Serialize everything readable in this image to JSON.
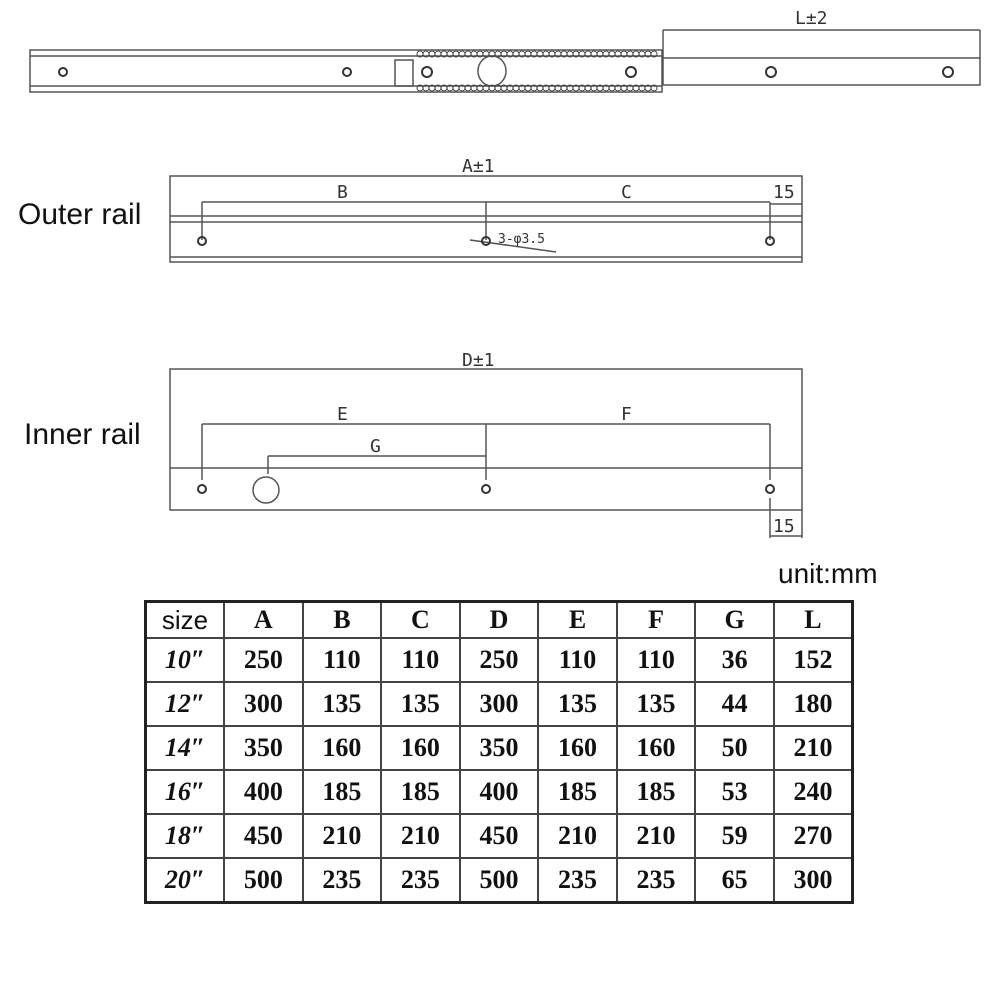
{
  "diagram": {
    "top_view": {
      "length_label": "L±2"
    },
    "outer_rail": {
      "title": "Outer rail",
      "length_label": "A±1",
      "dim_b": "B",
      "dim_c": "C",
      "end_offset": "15",
      "hole_note": "3-φ3.5"
    },
    "inner_rail": {
      "title": "Inner rail",
      "length_label": "D±1",
      "dim_e": "E",
      "dim_f": "F",
      "dim_g": "G",
      "end_offset": "15"
    },
    "unit_label": "unit:mm"
  },
  "table": {
    "headers": [
      "size",
      "A",
      "B",
      "C",
      "D",
      "E",
      "F",
      "G",
      "L"
    ],
    "rows": [
      [
        "10″",
        "250",
        "110",
        "110",
        "250",
        "110",
        "110",
        "36",
        "152"
      ],
      [
        "12″",
        "300",
        "135",
        "135",
        "300",
        "135",
        "135",
        "44",
        "180"
      ],
      [
        "14″",
        "350",
        "160",
        "160",
        "350",
        "160",
        "160",
        "50",
        "210"
      ],
      [
        "16″",
        "400",
        "185",
        "185",
        "400",
        "185",
        "185",
        "53",
        "240"
      ],
      [
        "18″",
        "450",
        "210",
        "210",
        "450",
        "210",
        "210",
        "59",
        "270"
      ],
      [
        "20″",
        "500",
        "235",
        "235",
        "500",
        "235",
        "235",
        "65",
        "300"
      ]
    ]
  }
}
